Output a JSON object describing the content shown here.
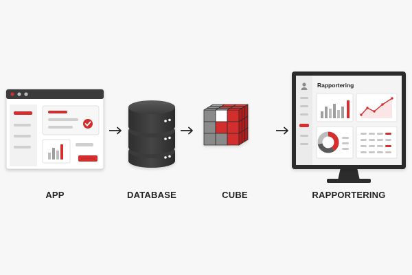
{
  "flow": {
    "steps": [
      {
        "id": "app",
        "label": "APP"
      },
      {
        "id": "database",
        "label": "DATABASE"
      },
      {
        "id": "cube",
        "label": "CUBE"
      },
      {
        "id": "reporting",
        "label": "RAPPORTERING"
      }
    ]
  },
  "monitor": {
    "title": "Rapportering"
  },
  "icons": {
    "app": "app-window-icon",
    "database": "database-cylinder-icon",
    "cube": "data-cube-icon",
    "reporting": "dashboard-monitor-icon",
    "arrow": "right-arrow-icon",
    "check": "check-circle-icon",
    "user": "user-icon"
  },
  "colors": {
    "accent": "#d32f2f",
    "dark": "#333333",
    "background": "#f7f7f7"
  }
}
